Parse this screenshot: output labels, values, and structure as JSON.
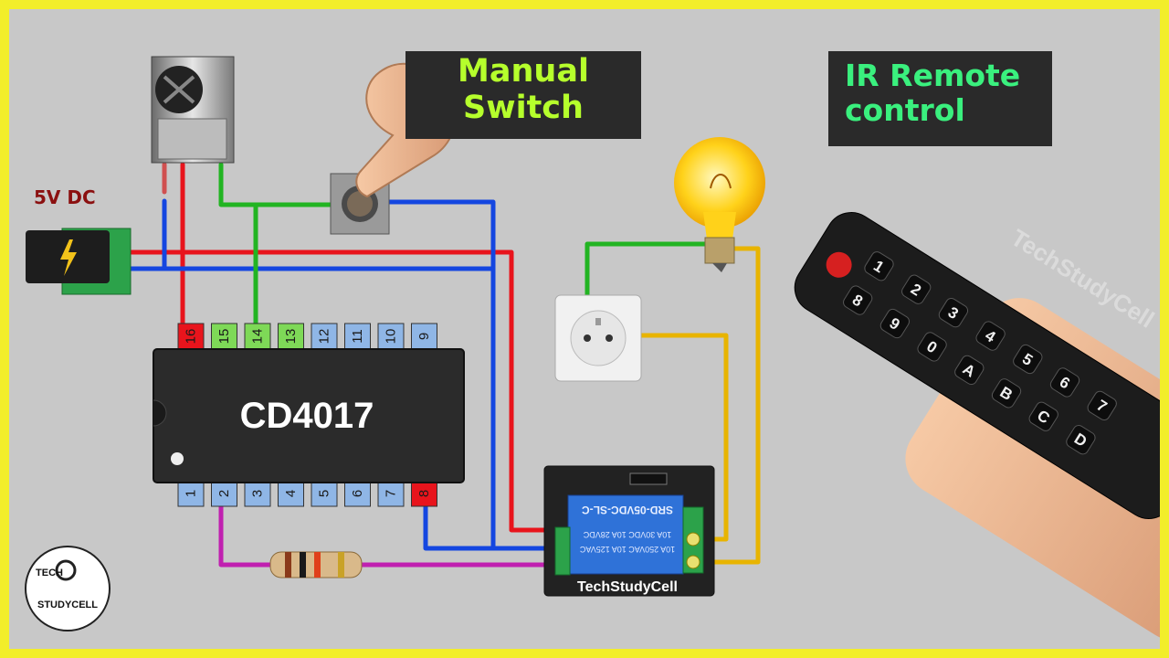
{
  "labels": {
    "manual_line1": "Manual",
    "manual_line2": "Switch",
    "ir_line1": "IR Remote",
    "ir_line2": "control",
    "power": "5V DC"
  },
  "ic": {
    "name": "CD4017",
    "top_pins": [
      "16",
      "15",
      "14",
      "13",
      "12",
      "11",
      "10",
      "9"
    ],
    "bottom_pins": [
      "1",
      "2",
      "3",
      "4",
      "5",
      "6",
      "7",
      "8"
    ]
  },
  "relay": {
    "brand": "TechStudyCell",
    "model": "SRD-05VDC-SL-C",
    "ratings": [
      "10A 250VAC 10A 125VAC",
      "10A 30VDC 10A 28VDC"
    ]
  },
  "watermark": "TechStudyCell",
  "logo": {
    "top": "TECH",
    "bottom": "STUDYCELL"
  },
  "remote_keys": [
    "1",
    "2",
    "3",
    "4",
    "5",
    "6",
    "7",
    "8",
    "9",
    "0",
    "A",
    "B",
    "C",
    "D"
  ],
  "colors": {
    "background": "#c8c8c8",
    "frame": "#f2ee2a",
    "wire_red": "#e8141c",
    "wire_blue": "#1446e0",
    "wire_green": "#22b422",
    "wire_magenta": "#c020b0",
    "wire_yellow": "#e8b400",
    "manual_text": "#b6ff2c",
    "ir_text": "#3af07e"
  }
}
